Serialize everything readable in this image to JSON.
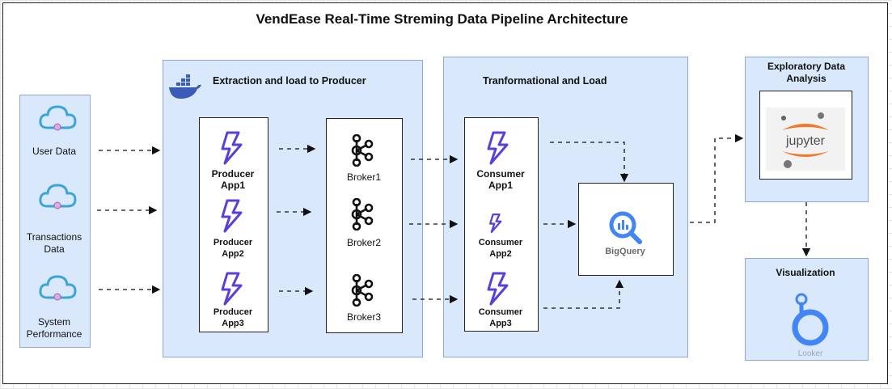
{
  "title": "VendEase Real-Time Streming Data Pipeline Architecture",
  "sources": [
    "User Data",
    "Transactions Data",
    "System Performance"
  ],
  "extraction": {
    "label": "Extraction and load to Producer",
    "producers": [
      "Producer App1",
      "Producer App2",
      "Producer App3"
    ],
    "brokers": [
      "Broker1",
      "Broker2",
      "Broker3"
    ]
  },
  "transform": {
    "label": "Tranformational and Load",
    "consumers": [
      "Consumer App1",
      "Consumer App2",
      "Consumer App3"
    ],
    "warehouse": "BigQuery"
  },
  "eda": {
    "label": "Exploratory Data Analysis",
    "tool": "jupyter"
  },
  "viz": {
    "label": "Visualization",
    "tool": "Looker"
  },
  "colors": {
    "panel": "#dae8fc",
    "lightning": "#5b3fd6",
    "cloud": "#3aa6d8",
    "jupyter": "#f37726",
    "looker": "#4285f4"
  }
}
